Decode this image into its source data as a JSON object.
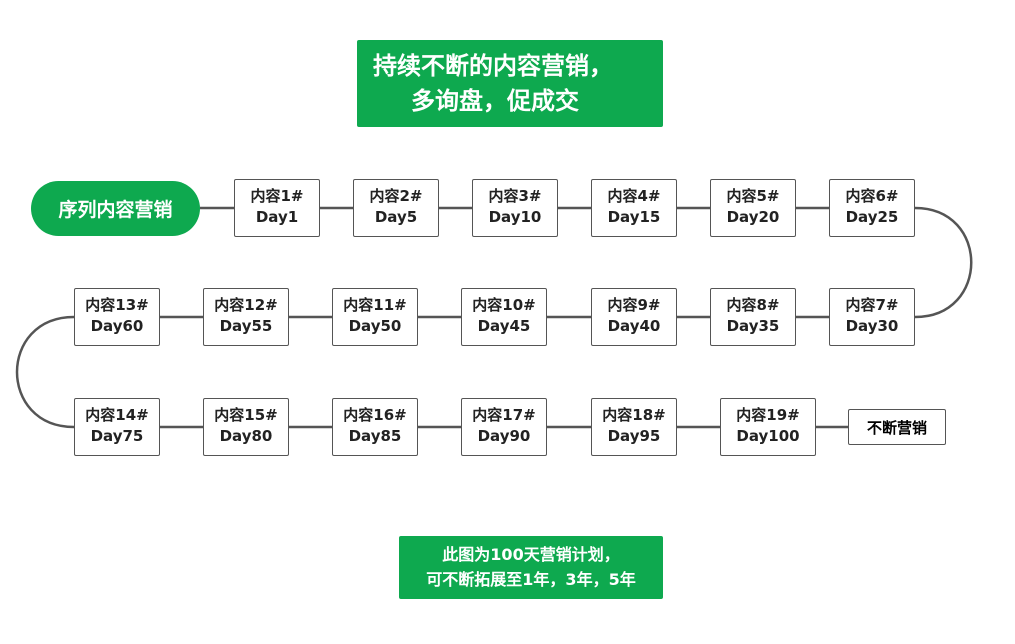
{
  "colors": {
    "accent": "#0ea94f",
    "border": "#555555",
    "line": "#555555"
  },
  "title": {
    "line1": "持续不断的内容营销，",
    "line2": "多询盘，促成交"
  },
  "start_label": "序列内容营销",
  "nodes": [
    {
      "label": "内容1#",
      "day": "Day1"
    },
    {
      "label": "内容2#",
      "day": "Day5"
    },
    {
      "label": "内容3#",
      "day": "Day10"
    },
    {
      "label": "内容4#",
      "day": "Day15"
    },
    {
      "label": "内容5#",
      "day": "Day20"
    },
    {
      "label": "内容6#",
      "day": "Day25"
    },
    {
      "label": "内容7#",
      "day": "Day30"
    },
    {
      "label": "内容8#",
      "day": "Day35"
    },
    {
      "label": "内容9#",
      "day": "Day40"
    },
    {
      "label": "内容10#",
      "day": "Day45"
    },
    {
      "label": "内容11#",
      "day": "Day50"
    },
    {
      "label": "内容12#",
      "day": "Day55"
    },
    {
      "label": "内容13#",
      "day": "Day60"
    },
    {
      "label": "内容14#",
      "day": "Day75"
    },
    {
      "label": "内容15#",
      "day": "Day80"
    },
    {
      "label": "内容16#",
      "day": "Day85"
    },
    {
      "label": "内容17#",
      "day": "Day90"
    },
    {
      "label": "内容18#",
      "day": "Day95"
    },
    {
      "label": "内容19#",
      "day": "Day100"
    }
  ],
  "end_label": "不断营销",
  "footer": {
    "line1": "此图为100天营销计划，",
    "line2": "可不断拓展至1年，3年，5年"
  }
}
